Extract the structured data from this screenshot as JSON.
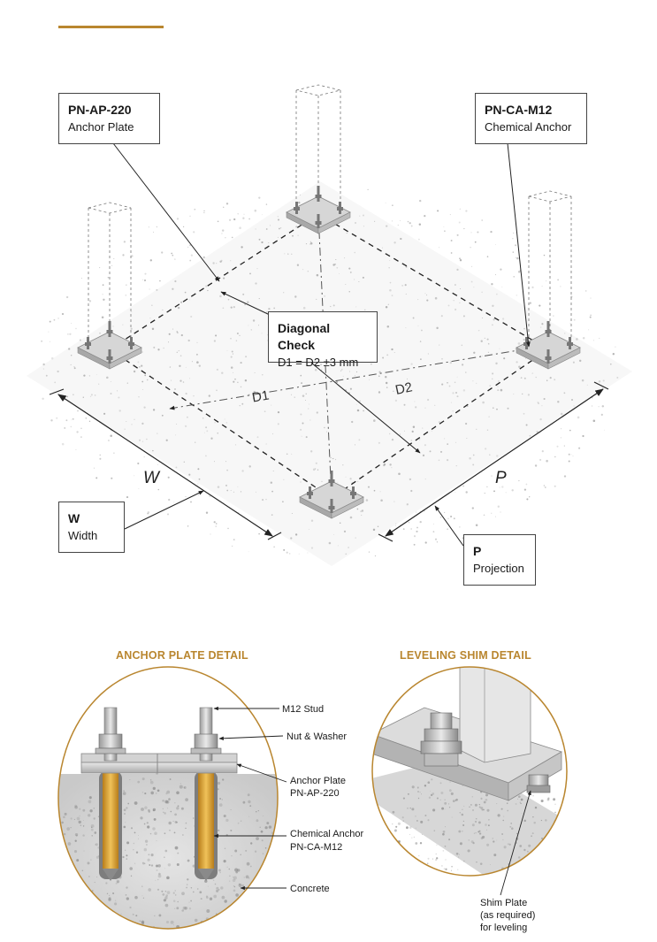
{
  "accent_color": "#b9862f",
  "callouts": {
    "anchor_plate": {
      "code": "PN-AP-220",
      "desc": "Anchor Plate"
    },
    "chemical_anchor": {
      "code": "PN-CA-M12",
      "desc": "Chemical Anchor"
    },
    "diagonal": {
      "code": "Diagonal Check",
      "desc": "D1 = D2 ±3 mm"
    },
    "width": {
      "code": "W",
      "desc": "Width"
    },
    "projection": {
      "code": "P",
      "desc": "Projection"
    }
  },
  "dimensions": {
    "w": "W",
    "p": "P",
    "d1": "D1",
    "d2": "D2"
  },
  "details": {
    "anchor": {
      "title": "ANCHOR PLATE DETAIL",
      "labels": {
        "stud": "M12 Stud",
        "nut": "Nut & Washer",
        "plate_l1": "Anchor Plate",
        "plate_l2": "PN-AP-220",
        "chem_l1": "Chemical Anchor",
        "chem_l2": "PN-CA-M12",
        "concrete": "Concrete"
      }
    },
    "shim": {
      "title": "LEVELING SHIM DETAIL",
      "labels": {
        "l1": "Shim Plate",
        "l2": "(as required)",
        "l3": "for leveling"
      }
    }
  }
}
